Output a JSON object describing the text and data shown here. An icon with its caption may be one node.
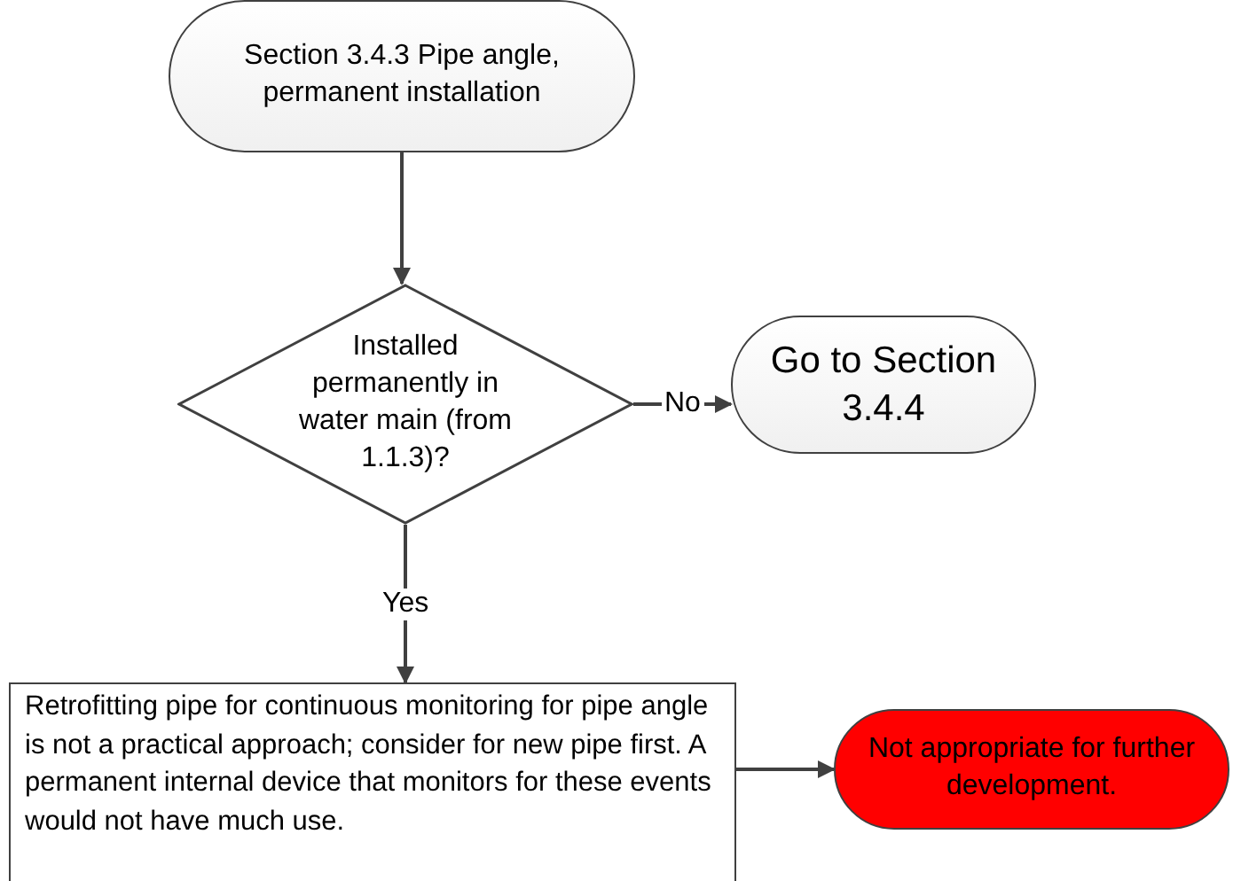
{
  "diagram": {
    "nodes": [
      {
        "text": [
          "Section 3.4.3 Pipe angle, permanent installation"
        ]
      },
      {
        "text": [
          "Installed permanently in water main (from 1.1.3)?"
        ]
      },
      {
        "text": [
          "Go to Section 3.4.4"
        ]
      },
      {
        "text": [
          "Retrofitting pipe for continuous monitoring for pipe angle is not a practical approach; consider for new pipe first.  A permanent internal device that monitors for these events would not have much use."
        ]
      },
      {
        "text": [
          "Not appropriate for further development."
        ]
      }
    ],
    "edges": [
      {
        "from": 0,
        "to": 1,
        "arrow": "to"
      },
      {
        "from": 1,
        "to": 2,
        "arrow": "to",
        "label": "No"
      },
      {
        "from": 1,
        "to": 3,
        "arrow": "to",
        "label": "Yes"
      },
      {
        "from": 3,
        "to": 4,
        "arrow": "to"
      }
    ]
  }
}
